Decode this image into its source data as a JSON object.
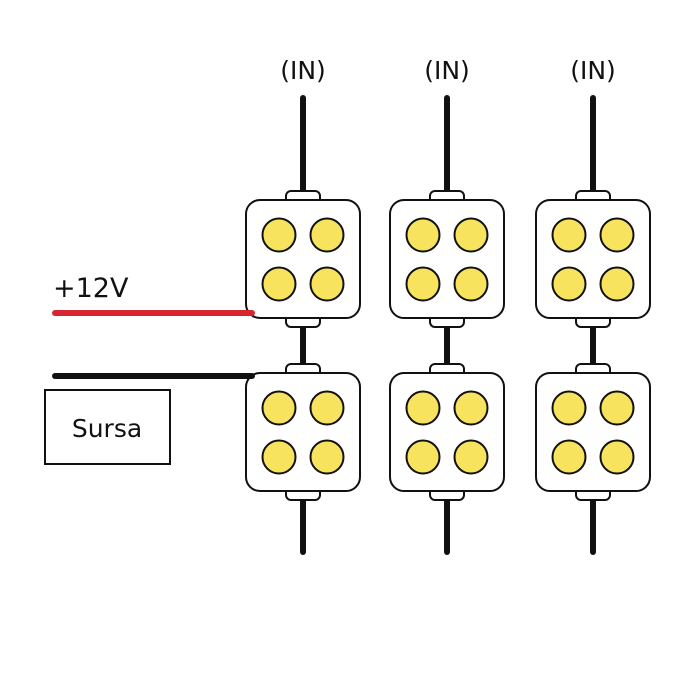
{
  "title": "LED module wiring diagram",
  "colors": {
    "led_fill": "#F7E35E",
    "outline": "#111111",
    "positive_wire": "#D7262F",
    "negative_wire": "#111111",
    "module_fill": "#FFFFFF"
  },
  "power": {
    "positive_label": "+12V",
    "source_label": "Sursa"
  },
  "columns": [
    {
      "input_label": "(IN)",
      "modules": [
        {
          "leds": 4
        },
        {
          "leds": 4
        }
      ]
    },
    {
      "input_label": "(IN)",
      "modules": [
        {
          "leds": 4
        },
        {
          "leds": 4
        }
      ]
    },
    {
      "input_label": "(IN)",
      "modules": [
        {
          "leds": 4
        },
        {
          "leds": 4
        }
      ]
    }
  ]
}
